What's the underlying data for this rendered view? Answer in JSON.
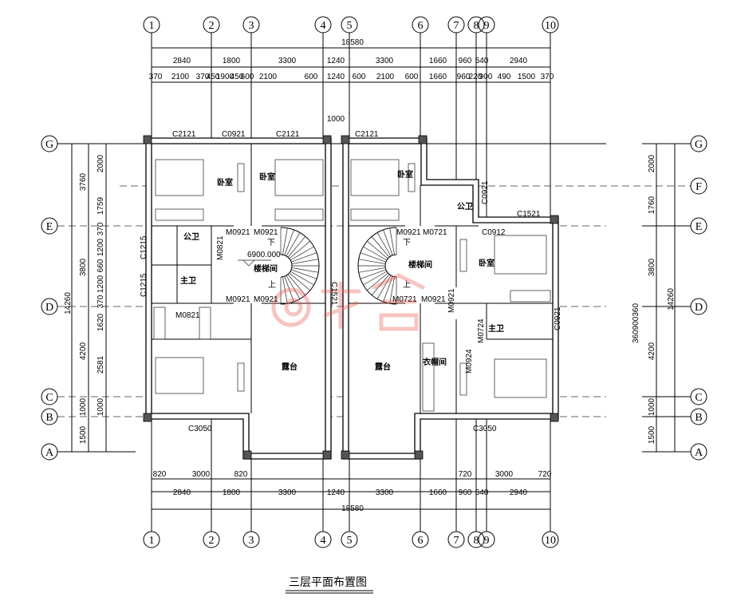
{
  "title": "三层平面布置图",
  "watermark_text": "@某合",
  "axes_vertical": [
    "1",
    "2",
    "3",
    "4",
    "5",
    "6",
    "7",
    "8",
    "9",
    "10"
  ],
  "axes_horizontal_left": [
    "G",
    "E",
    "D",
    "C",
    "B",
    "A"
  ],
  "axes_horizontal_right": [
    "G",
    "F",
    "E",
    "D",
    "C",
    "B",
    "A"
  ],
  "dims_top": {
    "total": "18580",
    "segments": [
      "2840",
      "1800",
      "3300",
      "1240",
      "3300",
      "1660",
      "960",
      "540",
      "2940"
    ],
    "fine": [
      "370",
      "2100",
      "370",
      "450",
      "1900",
      "450",
      "600",
      "2100",
      "600",
      "1240",
      "600",
      "2100",
      "600",
      "1660",
      "960",
      "220",
      "900",
      "490",
      "1500",
      "370"
    ],
    "gap": "1000"
  },
  "dims_bottom": {
    "fine": [
      "820",
      "3000",
      "820",
      "720",
      "3000",
      "720"
    ],
    "segments": [
      "2840",
      "1800",
      "3300",
      "1240",
      "3300",
      "1660",
      "960",
      "540",
      "2940"
    ],
    "total": "18580"
  },
  "dims_left": {
    "total": "14260",
    "segments": [
      "3760",
      "3800",
      "4200",
      "1000",
      "1500"
    ],
    "fine": [
      "2000",
      "1759",
      "370",
      "1200",
      "660",
      "1200",
      "370",
      "1620",
      "2581",
      "1000"
    ]
  },
  "dims_right": {
    "total": "14260",
    "segments": [
      "2000",
      "1760",
      "3800",
      "4200",
      "1000",
      "1500"
    ],
    "fine": "360900360"
  },
  "rooms": [
    "卧室",
    "卧室",
    "卧室",
    "卧室",
    "公卫",
    "公卫",
    "主卫",
    "主卫",
    "楼梯间",
    "楼梯间",
    "露台",
    "露台",
    "衣帽间"
  ],
  "openings": [
    "C2121",
    "C0921",
    "C2121",
    "C2121",
    "C1215",
    "C1215",
    "M0821",
    "M0821",
    "M0921",
    "M0921",
    "M0921",
    "M0921",
    "C1521",
    "M0921",
    "M0721",
    "M0721",
    "M0921",
    "C0912",
    "M0921",
    "M0724",
    "M0924",
    "C0921",
    "C0921",
    "C3050",
    "C3050",
    "C1521"
  ],
  "elevation": "6900.000",
  "stair_marks": [
    "下",
    "上",
    "下",
    "上"
  ],
  "colors": {
    "line": "#000000",
    "watermark": "#e85a4f"
  }
}
